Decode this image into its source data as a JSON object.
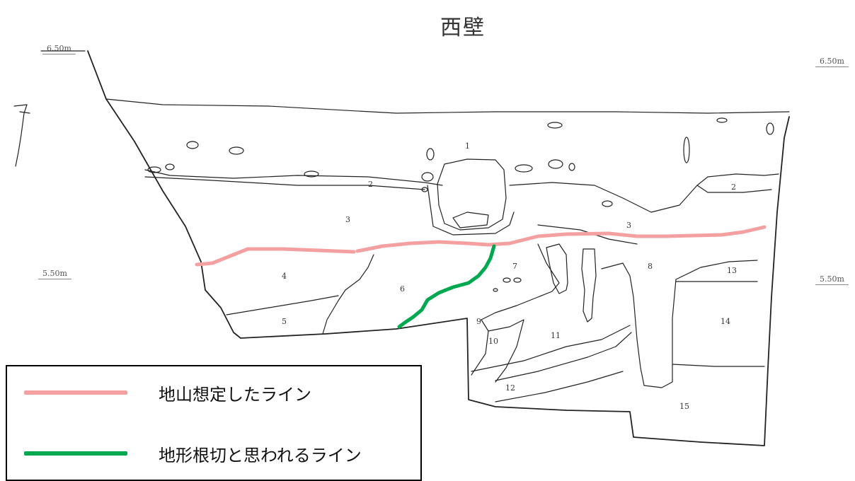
{
  "title": "西壁",
  "elevations": {
    "top_left": "6.50m",
    "top_right": "6.50m",
    "mid_left": "5.50m",
    "mid_right": "5.50m"
  },
  "layer_numbers": [
    "1",
    "2",
    "2",
    "3",
    "3",
    "4",
    "5",
    "6",
    "7",
    "8",
    "9",
    "10",
    "11",
    "12",
    "13",
    "14",
    "15"
  ],
  "legend": {
    "items": [
      {
        "label": "地山想定したライン",
        "color": "#f4a0a0"
      },
      {
        "label": "地形根切と思われるライン",
        "color": "#00a850"
      }
    ]
  },
  "colors": {
    "linework": "#222222",
    "natural_ground_line": "#f4a0a0",
    "cut_line": "#00a850"
  }
}
